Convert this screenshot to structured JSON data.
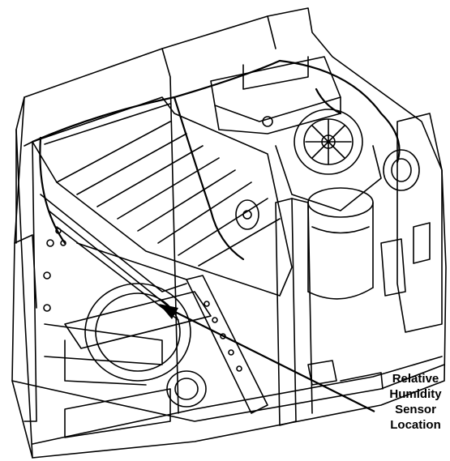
{
  "callout": {
    "lines": [
      "Relative",
      "Humidity",
      "Sensor",
      "Location"
    ]
  },
  "colors": {
    "ink": "#000000",
    "paper": "#ffffff"
  },
  "icons": [
    "arrow-pointer"
  ]
}
